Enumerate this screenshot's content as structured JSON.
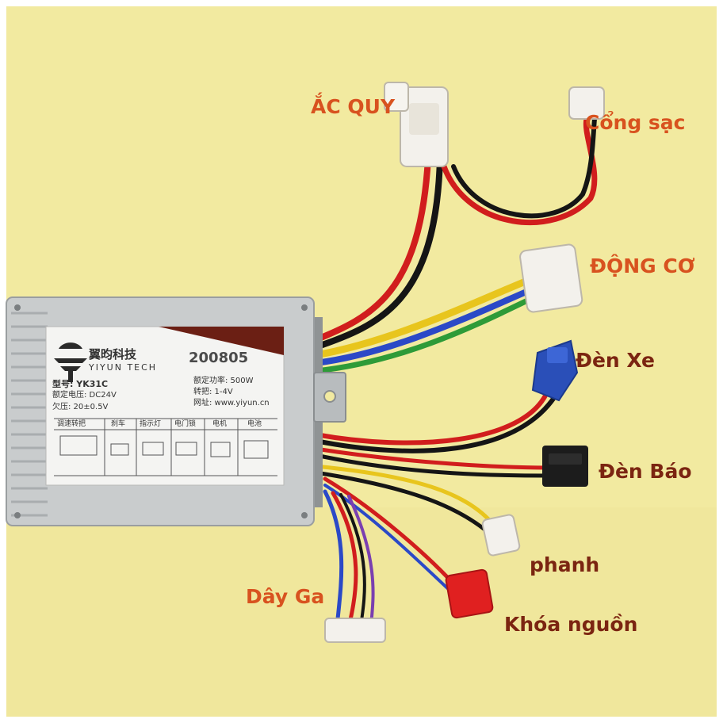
{
  "callouts": {
    "ac_quy": "ẮC QUY",
    "cong_sac": "Cổng sạc",
    "dong_co": "ĐỘNG CƠ",
    "den_xe": "Đèn Xe",
    "den_bao": "Đèn Báo",
    "phanh": "phanh",
    "day_ga": "Dây Ga",
    "khoa_nguon": "Khóa nguồn"
  },
  "controller_plate": {
    "brand_cn": "翼昀科技",
    "brand_en": "YIYUN TECH",
    "stamp": "200805",
    "model": "型号: YK31C",
    "rated_voltage": "额定电压: DC24V",
    "undervoltage": "欠压: 20±0.5V",
    "rated_power": "额定功率: 500W",
    "throttle": "转把: 1-4V",
    "website": "网址: www.yiyun.cn",
    "port_labels": [
      "调速转把",
      "刹车",
      "指示灯",
      "电门锁",
      "电机",
      "电池"
    ]
  },
  "colors": {
    "callout_orange": "#d8521f",
    "callout_dark": "#7b2511",
    "background": "#f2eaa0",
    "casing": "#c9cccd"
  }
}
